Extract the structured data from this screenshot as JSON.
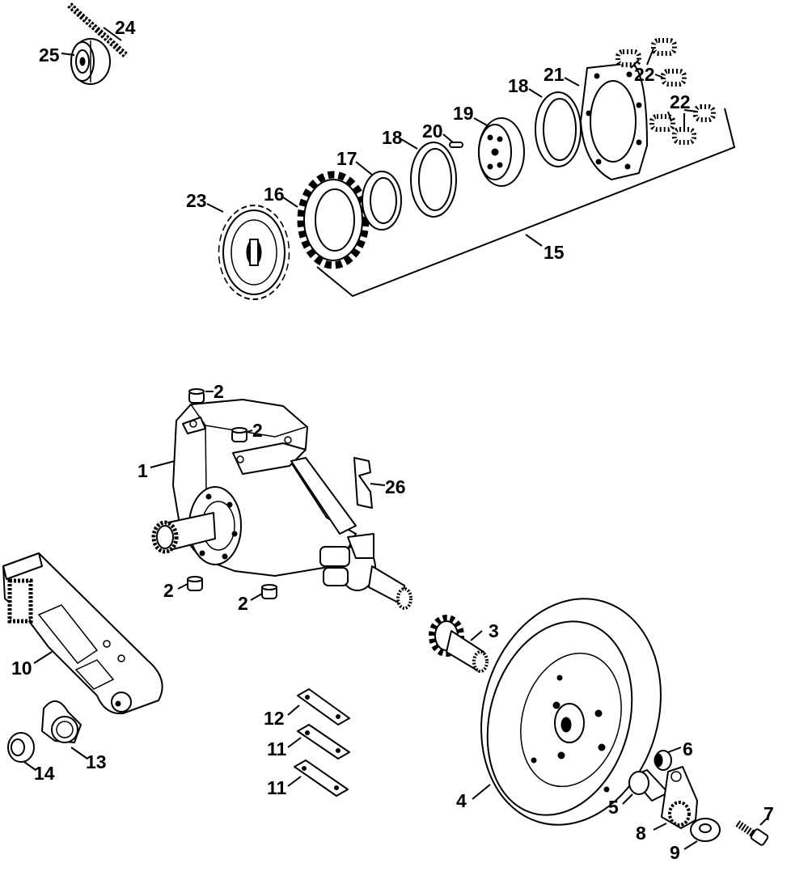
{
  "callouts": {
    "c1": "1",
    "c2a": "2",
    "c2b": "2",
    "c2c": "2",
    "c2d": "2",
    "c3": "3",
    "c4": "4",
    "c5": "5",
    "c6": "6",
    "c7": "7",
    "c8": "8",
    "c9": "9",
    "c10": "10",
    "c11a": "11",
    "c11b": "11",
    "c12": "12",
    "c13": "13",
    "c14": "14",
    "c15": "15",
    "c16": "16",
    "c17": "17",
    "c18a": "18",
    "c18b": "18",
    "c19": "19",
    "c20": "20",
    "c21": "21",
    "c22a": "22",
    "c22b": "22",
    "c23": "23",
    "c24": "24",
    "c25": "25",
    "c26": "26"
  }
}
